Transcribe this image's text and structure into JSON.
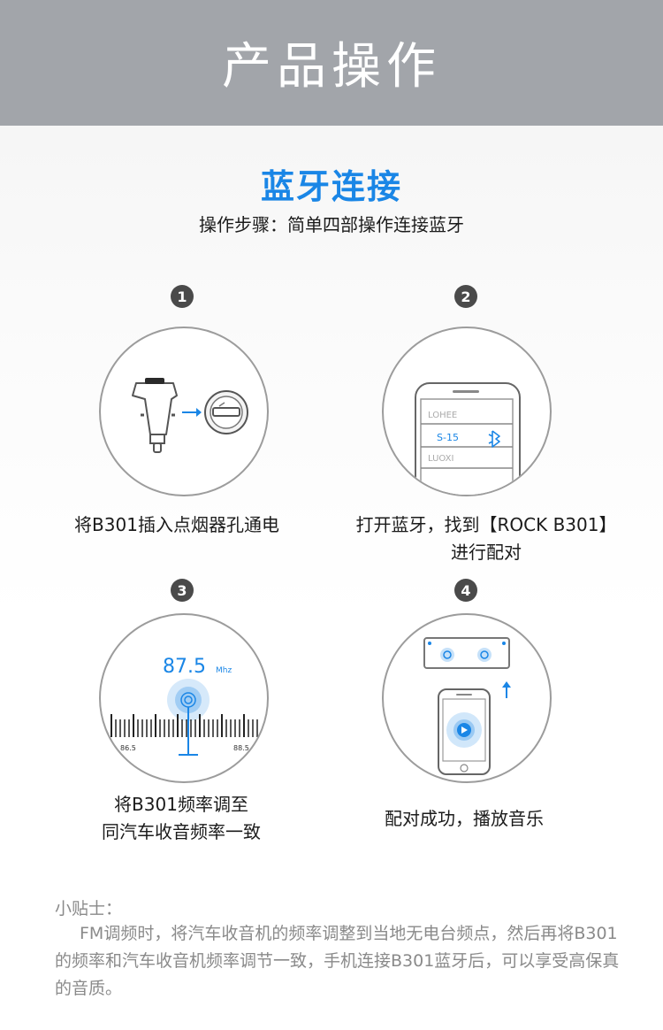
{
  "banner": {
    "title": "产品操作"
  },
  "section": {
    "title": "蓝牙连接",
    "subtitle": "操作步骤：简单四部操作连接蓝牙"
  },
  "steps": [
    {
      "number": "1",
      "caption": [
        "将B301插入点烟器孔通电"
      ]
    },
    {
      "number": "2",
      "caption": [
        "打开蓝牙，找到【ROCK B301】",
        "进行配对"
      ],
      "phone_list": [
        "LOHEE",
        "S-15",
        "LUOXI"
      ]
    },
    {
      "number": "3",
      "caption": [
        "将B301频率调至",
        "同汽车收音频率一致"
      ],
      "radio": {
        "frequency": "87.5",
        "unit": "Mhz",
        "scale_start": "86.5",
        "scale_end": "88.5"
      }
    },
    {
      "number": "4",
      "caption": [
        "配对成功，播放音乐"
      ]
    }
  ],
  "tips": {
    "title": "小贴士：",
    "body": "FM调频时，将汽车收音机的频率调整到当地无电台频点，然后再将B301的频率和汽车收音机频率调节一致，手机连接B301蓝牙后，可以享受高保真的音质。"
  },
  "colors": {
    "accent": "#1a86e6",
    "banner": "#a2a5aa",
    "tips": "#8a8a8a"
  }
}
